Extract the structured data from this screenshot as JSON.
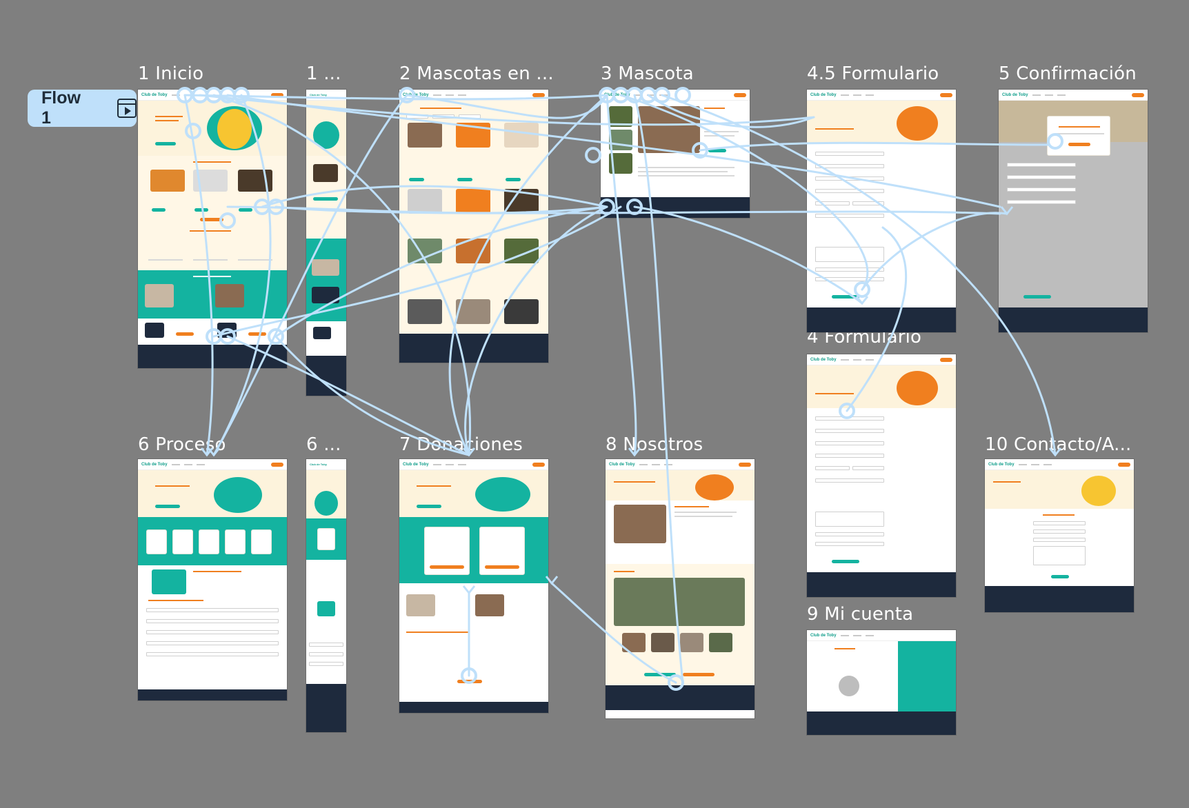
{
  "flow": {
    "label": "Flow 1",
    "icon": "play-frame-icon"
  },
  "frames": [
    {
      "id": "inicio",
      "label": "1 Inicio"
    },
    {
      "id": "inicio-mobile",
      "label": "1 ..."
    },
    {
      "id": "mascotas",
      "label": "2 Mascotas en ..."
    },
    {
      "id": "mascota",
      "label": "3 Mascota"
    },
    {
      "id": "formulario45",
      "label": "4.5 Formulario"
    },
    {
      "id": "confirmacion",
      "label": "5 Confirmación"
    },
    {
      "id": "formulario4",
      "label": "4 Formulario"
    },
    {
      "id": "proceso",
      "label": "6 Proceso"
    },
    {
      "id": "proceso-mobile",
      "label": "6 ..."
    },
    {
      "id": "donaciones",
      "label": "7 Donaciones"
    },
    {
      "id": "nosotros",
      "label": "8 Nosotros"
    },
    {
      "id": "micuenta",
      "label": "9 Mi cuenta"
    },
    {
      "id": "contacto",
      "label": "10 Contacto/A..."
    }
  ],
  "colors": {
    "canvas": "#7f7f7f",
    "connector": "#bfe0fa",
    "brand_teal": "#14b3a0",
    "brand_orange": "#f07f1f",
    "footer_dark": "#1e2a3d",
    "hero_cream": "#fdf3dc"
  }
}
